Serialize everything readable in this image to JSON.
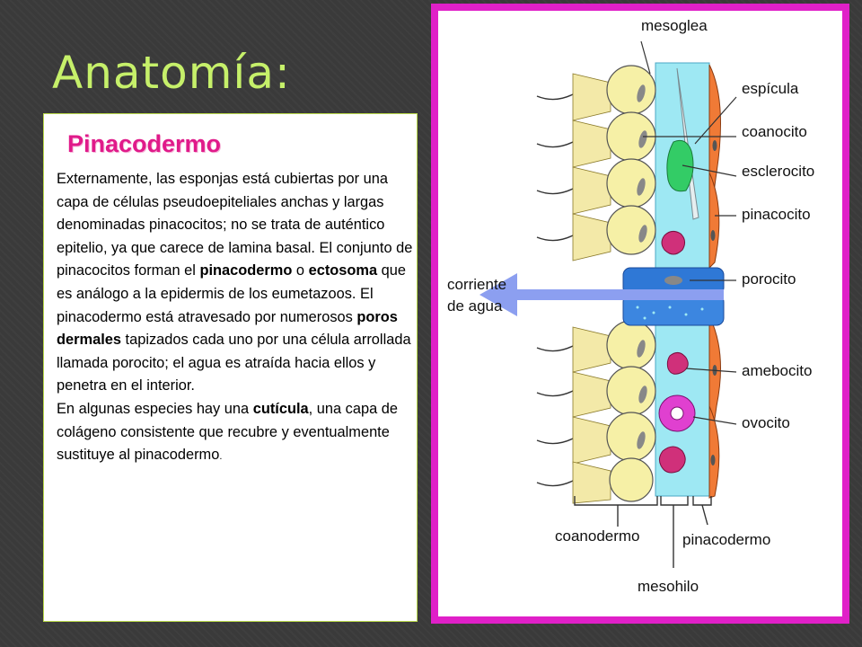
{
  "slide": {
    "title": "Anatomía:",
    "heading": "Pinacodermo",
    "paragraph1": [
      {
        "t": "Externamente, las esponjas está cubiertas por una capa de células pseudoepiteliales anchas y largas denominadas pinacocitos; no se trata de auténtico epitelio, ya que carece de lamina basal. El conjunto de pinacocitos forman el ",
        "b": false
      },
      {
        "t": "pinacodermo",
        "b": true
      },
      {
        "t": " o ",
        "b": false
      },
      {
        "t": "ectosoma",
        "b": true
      },
      {
        "t": " que es análogo a la epidermis de los eumetazoos. El pinacodermo está atravesado por numerosos ",
        "b": false
      },
      {
        "t": "poros dermales",
        "b": true
      },
      {
        "t": " tapizados cada uno por una célula arrollada llamada porocito; el agua es atraída hacia ellos y penetra en el interior.",
        "b": false
      }
    ],
    "paragraph2": [
      {
        "t": " En algunas especies hay una ",
        "b": false
      },
      {
        "t": "cutícula",
        "b": true
      },
      {
        "t": ", una capa de colágeno consistente que recubre y eventualmente sustituye al pinacodermo",
        "b": false
      },
      {
        "t": ".",
        "b": false,
        "small": true
      }
    ]
  },
  "diagram": {
    "labels": {
      "mesoglea": "mesoglea",
      "espicula": "espícula",
      "coanocito": "coanocito",
      "esclerocito": "esclerocito",
      "pinacocito": "pinacocito",
      "porocito": "porocito",
      "corriente1": "corriente",
      "corriente2": "de agua",
      "amebocito": "amebocito",
      "ovocito": "ovocito",
      "coanodermo": "coanodermo",
      "pinacodermo": "pinacodermo",
      "mesohilo": "mesohilo"
    },
    "colors": {
      "frame": "#e020c8",
      "mesohyl": "#9ee8f3",
      "choanocyte": "#f6f0a6",
      "pinacocyte": "#f07a36",
      "porocyte": "#2f78d6",
      "arrow": "#8c9ff0",
      "amoebocyte": "#d0307a",
      "sclerocyte": "#33cc66"
    }
  }
}
